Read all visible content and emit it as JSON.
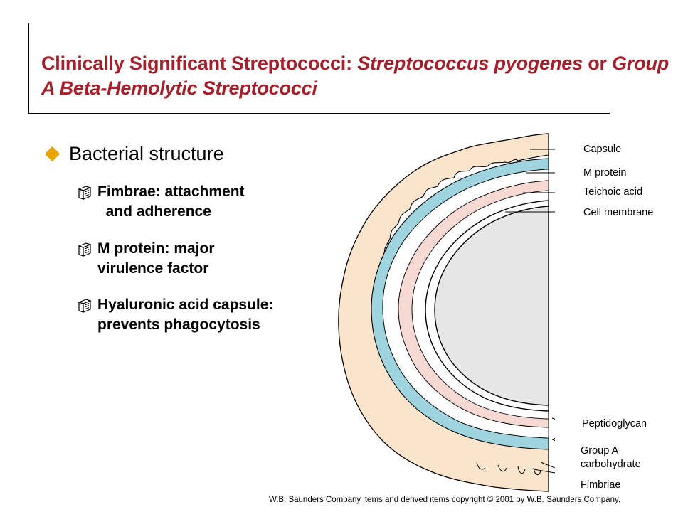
{
  "title": {
    "part1": "Clinically Significant Streptococci: ",
    "part2": "Streptococcus pyogenes",
    "part3": " or ",
    "part4": "Group A Beta-Hemolytic Streptococci"
  },
  "main_bullet": "Bacterial structure",
  "sub_bullets": [
    {
      "line1": "Fimbrae: attachment",
      "line2": "  and adherence"
    },
    {
      "line1": "M protein: major",
      "line2": "virulence factor"
    },
    {
      "line1": "Hyaluronic acid capsule:",
      "line2": "prevents phagocytosis"
    }
  ],
  "diagram_labels": {
    "capsule": "Capsule",
    "m_protein": "M protein",
    "teichoic_acid": "Teichoic acid",
    "cell_membrane": "Cell membrane",
    "peptidoglycan": "Peptidoglycan",
    "group_a_line1": "Group A",
    "group_a_line2": "carbohydrate",
    "fimbriae": "Fimbriae"
  },
  "credit": "W.B. Saunders Company items and derived items copyright © 2001 by W.B. Saunders Company.",
  "colors": {
    "title": "#a3202a",
    "bullet": "#e8a400",
    "capsule": "#fbe4cc",
    "m_protein": "#9fd4de",
    "teichoic": "#f6d9d2",
    "cytoplasm": "#e6e6e6"
  },
  "icons": {
    "main_bullet": "diamond-icon",
    "sub_bullet": "book-icon"
  }
}
